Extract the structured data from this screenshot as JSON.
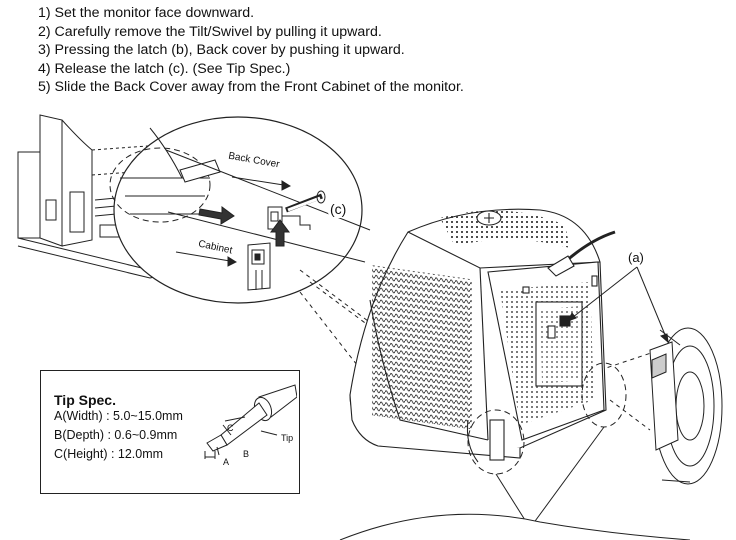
{
  "steps": [
    "1) Set the monitor face downward.",
    "2) Carefully remove the Tilt/Swivel by pulling it upward.",
    "3) Pressing the latch (b), Back cover by pushing it upward.",
    "4) Release the latch (c). (See Tip Spec.)",
    "5) Slide the Back Cover away from the Front Cabinet of the monitor."
  ],
  "diagram": {
    "label_back_cover": "Back Cover",
    "label_cabinet": "Cabinet",
    "label_c": "(c)",
    "label_a": "(a)"
  },
  "tip_spec": {
    "title": "Tip Spec.",
    "lines": [
      "A(Width) : 5.0~15.0mm",
      "B(Depth) : 0.6~0.9mm",
      "C(Height) : 12.0mm"
    ],
    "label_tip": "Tip",
    "label_A": "A",
    "label_B": "B",
    "label_C": "C"
  }
}
